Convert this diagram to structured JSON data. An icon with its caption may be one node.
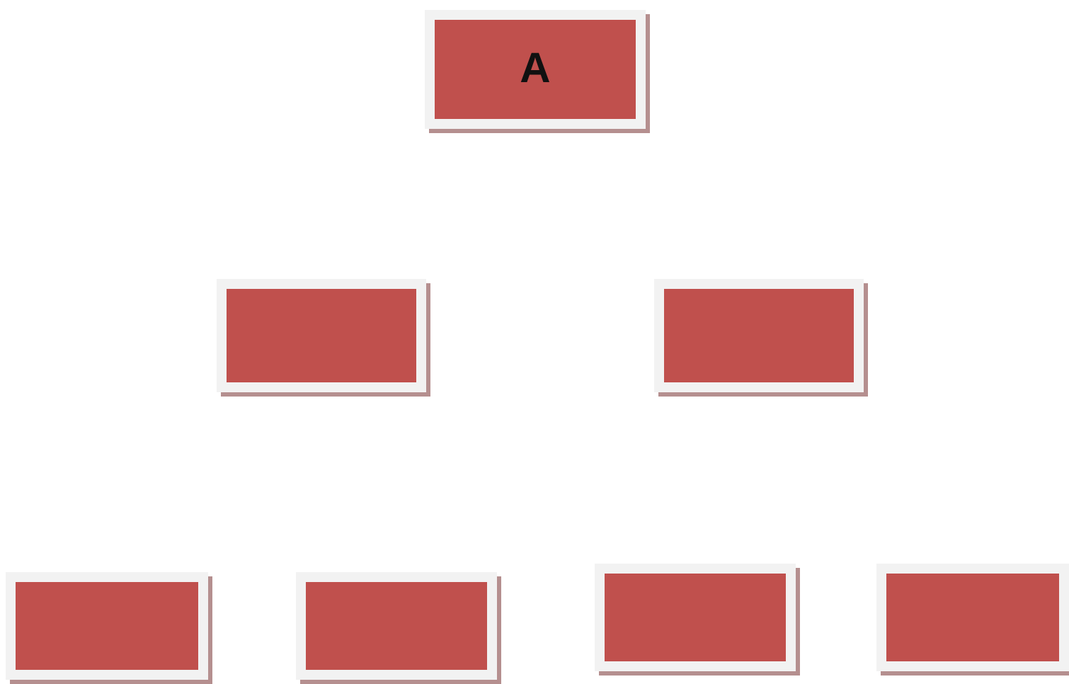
{
  "diagram": {
    "nodes": [
      {
        "text": [
          "A"
        ]
      },
      {
        "text": [],
        "shape": "box"
      },
      {
        "text": [],
        "shape": "box"
      },
      {
        "text": [],
        "shape": "box"
      },
      {
        "text": [],
        "shape": "box"
      },
      {
        "text": [],
        "shape": "box"
      },
      {
        "text": [],
        "shape": "box"
      }
    ]
  }
}
